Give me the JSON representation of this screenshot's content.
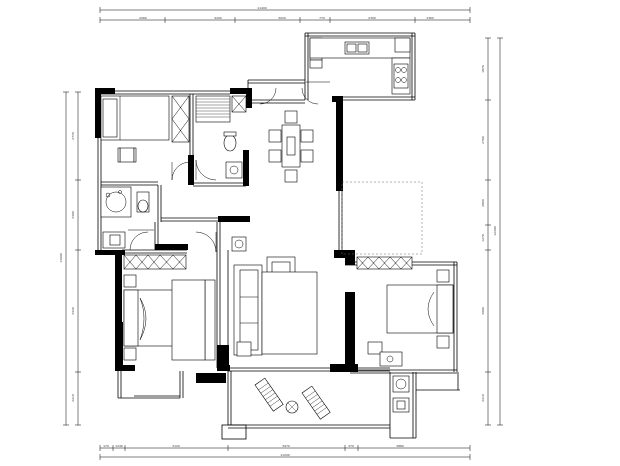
{
  "dimensions": {
    "top_overall": "11400",
    "top_segments": [
      "2060",
      "4200",
      "3020",
      "770",
      "2300",
      "1360"
    ],
    "bottom_overall": "11200",
    "bottom_segments": [
      "170",
      "1240",
      "3120",
      "3970",
      "370",
      "3880"
    ],
    "left_overall": "13690",
    "left_segments": [
      "2770",
      "3300",
      "3430",
      "2210"
    ],
    "right_overall": "12490",
    "right_segments": [
      "1870",
      "2790",
      "2800",
      "1270",
      "3690",
      "2210"
    ]
  }
}
